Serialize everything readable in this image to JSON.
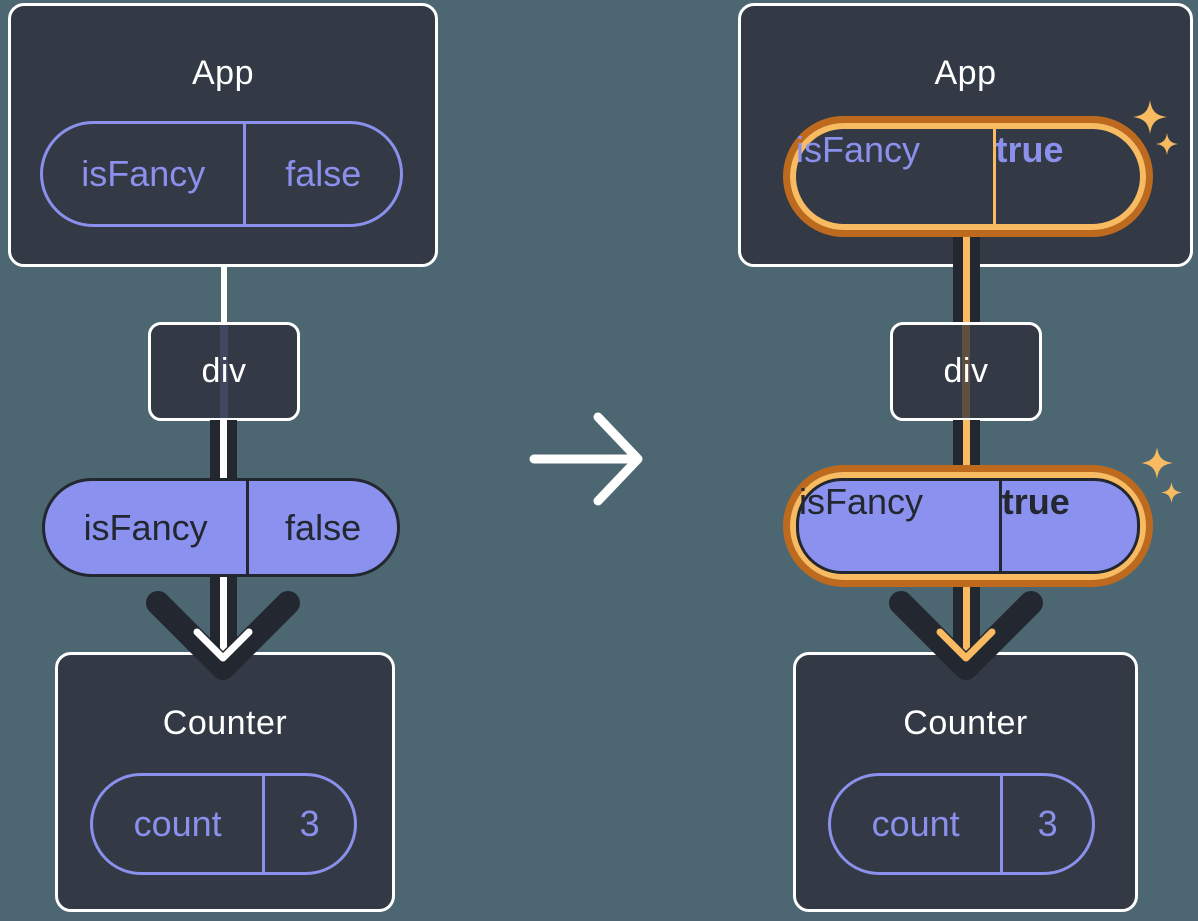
{
  "colors": {
    "background": "#4C6672",
    "card": "#333A45",
    "ink": "#23272F",
    "purple": "#8A90EB",
    "purple_fill": "#8A91EE",
    "highlight_ring_outer": "#BE6A1E",
    "highlight_ring_inner": "#F8BB61",
    "white": "#FFFFFF"
  },
  "before": {
    "app": {
      "title": "App",
      "state_pill": {
        "name": "isFancy",
        "value": "false"
      }
    },
    "div_node": {
      "label": "div"
    },
    "prop_pill": {
      "name": "isFancy",
      "value": "false"
    },
    "counter": {
      "title": "Counter",
      "state_pill": {
        "name": "count",
        "value": "3"
      }
    }
  },
  "after": {
    "app": {
      "title": "App",
      "state_pill": {
        "name": "isFancy",
        "value": "true"
      }
    },
    "div_node": {
      "label": "div"
    },
    "prop_pill": {
      "name": "isFancy",
      "value": "true"
    },
    "counter": {
      "title": "Counter",
      "state_pill": {
        "name": "count",
        "value": "3"
      }
    }
  }
}
